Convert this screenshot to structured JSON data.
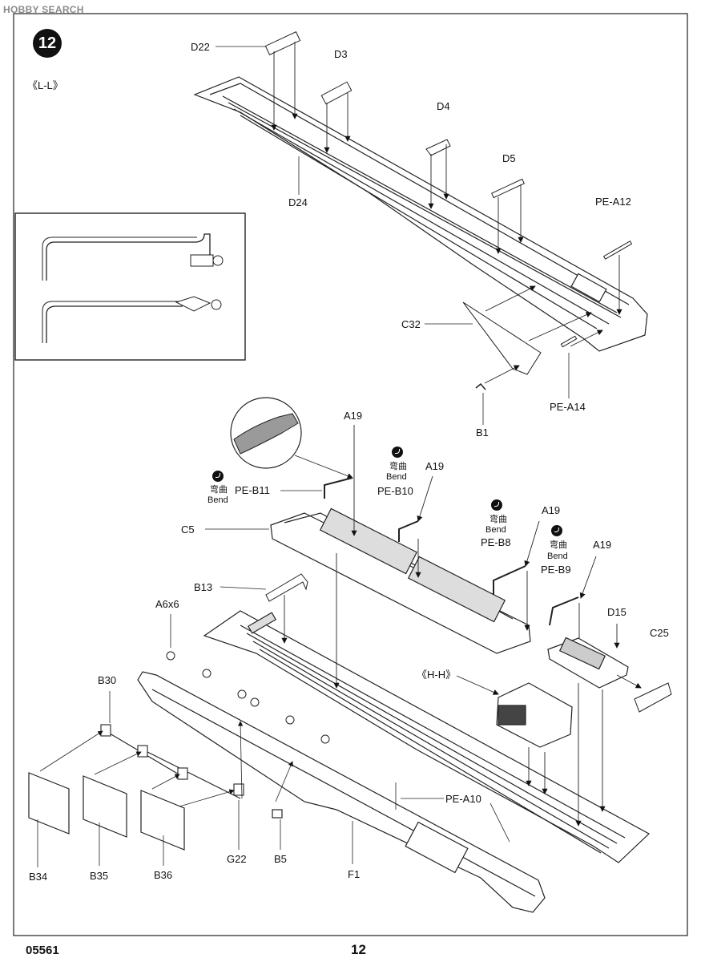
{
  "header": {
    "watermark": "HOBBY SEARCH"
  },
  "step": {
    "number": "12",
    "view_label": "《L-L》"
  },
  "footer": {
    "code": "05561",
    "page": "12"
  },
  "parts": {
    "d22": "D22",
    "d3": "D3",
    "d4": "D4",
    "d5": "D5",
    "d24": "D24",
    "pe_a12": "PE-A12",
    "c32": "C32",
    "pe_a14": "PE-A14",
    "b1": "B1",
    "a19_1": "A19",
    "a19_2": "A19",
    "a19_3": "A19",
    "a19_4": "A19",
    "pe_b11": "PE-B11",
    "pe_b10": "PE-B10",
    "pe_b8": "PE-B8",
    "pe_b9": "PE-B9",
    "c5": "C5",
    "b13": "B13",
    "a6x6": "A6x6",
    "d15": "D15",
    "c25": "C25",
    "b30": "B30",
    "hh": "《H-H》",
    "pe_a10": "PE-A10",
    "b34": "B34",
    "b35": "B35",
    "b36": "B36",
    "g22": "G22",
    "b5": "B5",
    "f1": "F1"
  },
  "bend": {
    "b11": {
      "cn": "弯曲",
      "en": "Bend"
    },
    "b10": {
      "cn": "弯曲",
      "en": "Bend"
    },
    "b8": {
      "cn": "弯曲",
      "en": "Bend"
    },
    "b9": {
      "cn": "弯曲",
      "en": "Bend"
    }
  }
}
